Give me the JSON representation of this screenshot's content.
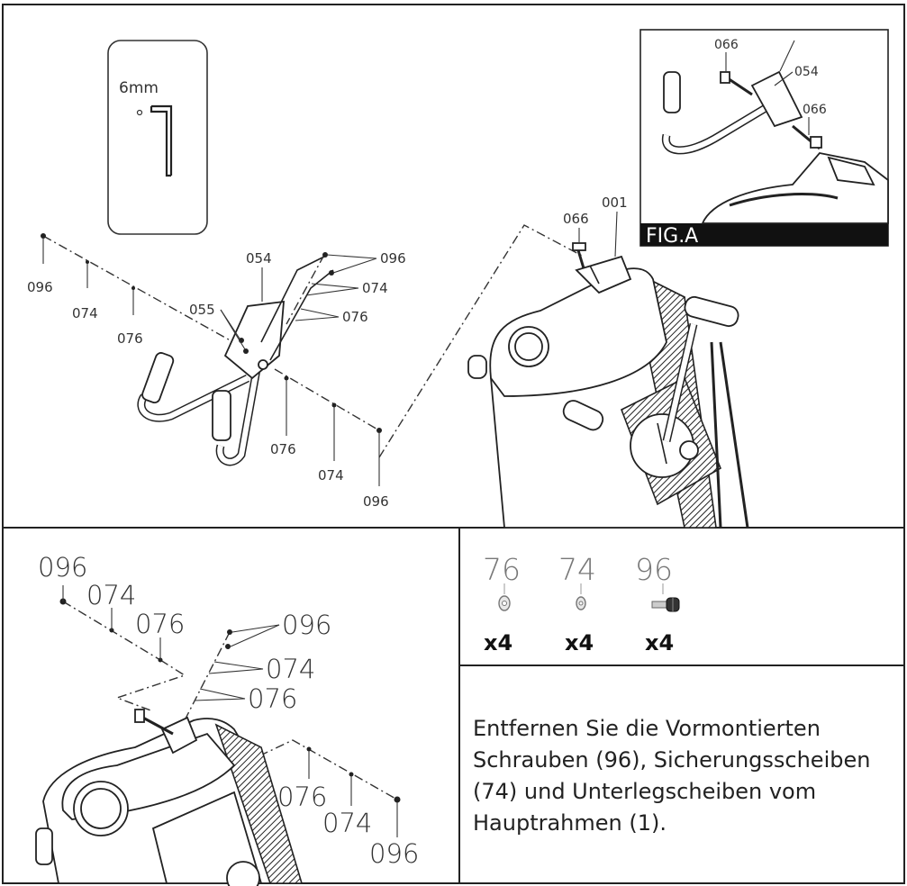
{
  "tool": {
    "label": "6mm"
  },
  "top_diagram": {
    "labels": {
      "l096a": "096",
      "l074a": "074",
      "l076a": "076",
      "l054": "054",
      "l055": "055",
      "l096b": "096",
      "l074b": "074",
      "l076b": "076",
      "l076c": "076",
      "l074c": "074",
      "l096c": "096",
      "l066": "066",
      "l001": "001"
    }
  },
  "fig_a": {
    "caption": "FIG.A",
    "labels": {
      "l066a": "066",
      "l054": "054",
      "l066b": "066"
    }
  },
  "bottom_diagram": {
    "labels": {
      "l096a": "096",
      "l074a": "074",
      "l076a": "076",
      "l096b": "096",
      "l074b": "074",
      "l076b": "076",
      "l076c": "076",
      "l074c": "074",
      "l096c": "096"
    }
  },
  "parts": [
    {
      "number": "76",
      "qty": "x4",
      "icon": "washer-icon"
    },
    {
      "number": "74",
      "qty": "x4",
      "icon": "lock-washer-icon"
    },
    {
      "number": "96",
      "qty": "x4",
      "icon": "screw-icon"
    }
  ],
  "instruction": "Entfernen Sie die Vormontierten Schrauben (96), Sicherungsscheiben (74) und Unterlegscheiben vom Hauptrahmen (1)."
}
